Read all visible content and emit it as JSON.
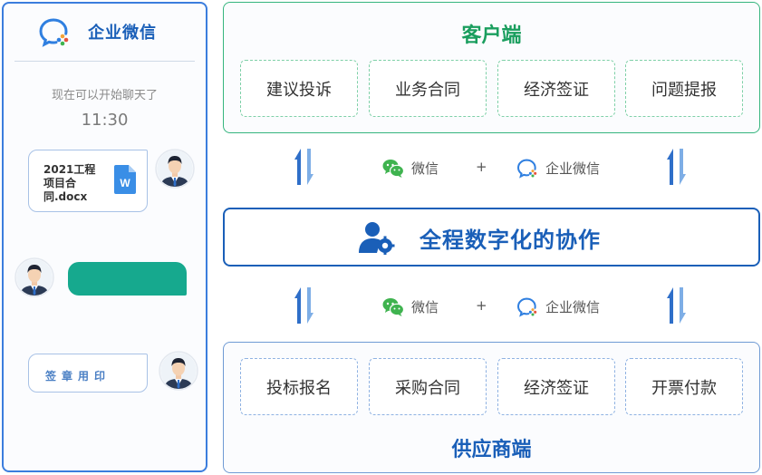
{
  "phone": {
    "app_name": "企业微信",
    "chat_hint": "现在可以开始聊天了",
    "time": "11:30",
    "file_name": "2021工程项目合同.docx",
    "file_icon_letter": "W",
    "sign_text": "签章用印"
  },
  "customer": {
    "title": "客户端",
    "items": [
      "建议投诉",
      "业务合同",
      "经济签证",
      "问题提报"
    ]
  },
  "center": {
    "title": "全程数字化的协作"
  },
  "connector": {
    "wechat": "微信",
    "plus": "+",
    "wework": "企业微信"
  },
  "supplier": {
    "title": "供应商端",
    "items": [
      "投标报名",
      "采购合同",
      "经济签证",
      "开票付款"
    ]
  },
  "colors": {
    "blue": "#1a5fb8",
    "green": "#1a9e5e",
    "bubble_green": "#16a98e",
    "wechat_green": "#3fb34f"
  }
}
